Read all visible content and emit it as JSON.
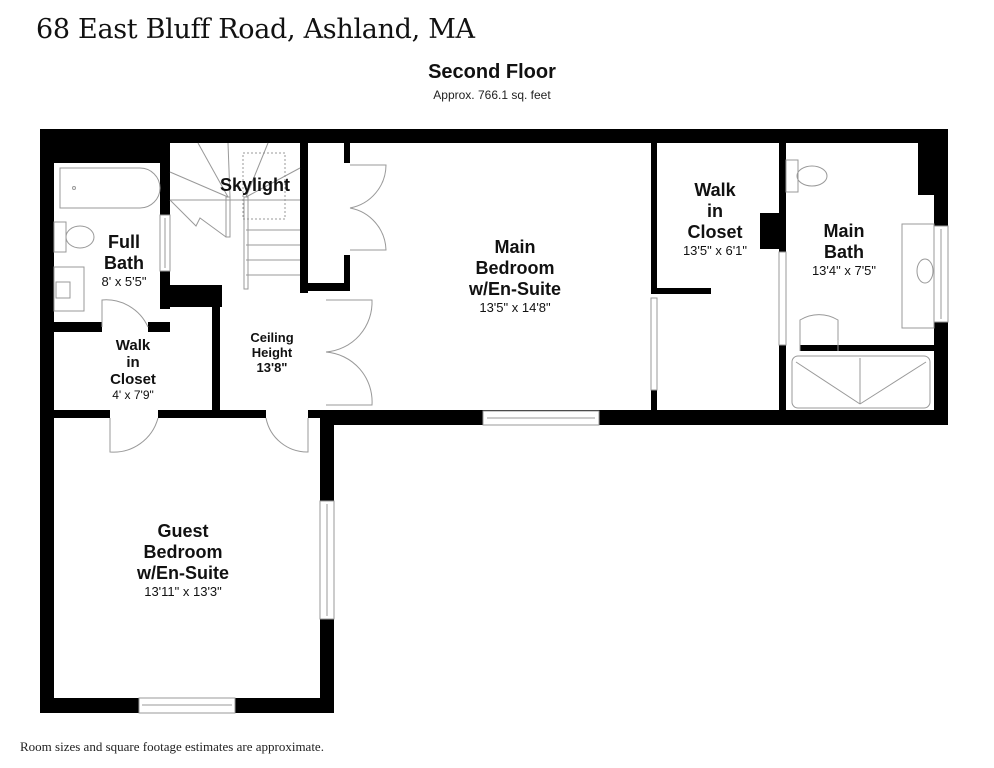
{
  "header": {
    "address": "68 East Bluff Road, Ashland, MA",
    "floor_title": "Second Floor",
    "floor_area": "Approx. 766.1 sq. feet"
  },
  "footer": {
    "disclaimer": "Room sizes and square footage estimates are approximate."
  },
  "rooms": {
    "full_bath": {
      "name": "Full\nBath",
      "dim": "8' x 5'5\""
    },
    "skylight": {
      "name": "Skylight"
    },
    "walk_in_closet_small": {
      "name": "Walk\nin\nCloset",
      "dim": "4' x 7'9\""
    },
    "ceiling_height": {
      "name": "Ceiling\nHeight",
      "dim": "13'8\""
    },
    "main_bedroom": {
      "name": "Main\nBedroom\nw/En-Suite",
      "dim": "13'5\" x 14'8\""
    },
    "walk_in_closet_main": {
      "name": "Walk\nin\nCloset",
      "dim": "13'5\" x 6'1\""
    },
    "main_bath": {
      "name": "Main\nBath",
      "dim": "13'4\" x 7'5\""
    },
    "guest_bedroom": {
      "name": "Guest\nBedroom\nw/En-Suite",
      "dim": "13'11\" x 13'3\""
    }
  },
  "colors": {
    "wall": "#000000",
    "fixture_line": "#9a9a9a",
    "background": "#ffffff"
  }
}
